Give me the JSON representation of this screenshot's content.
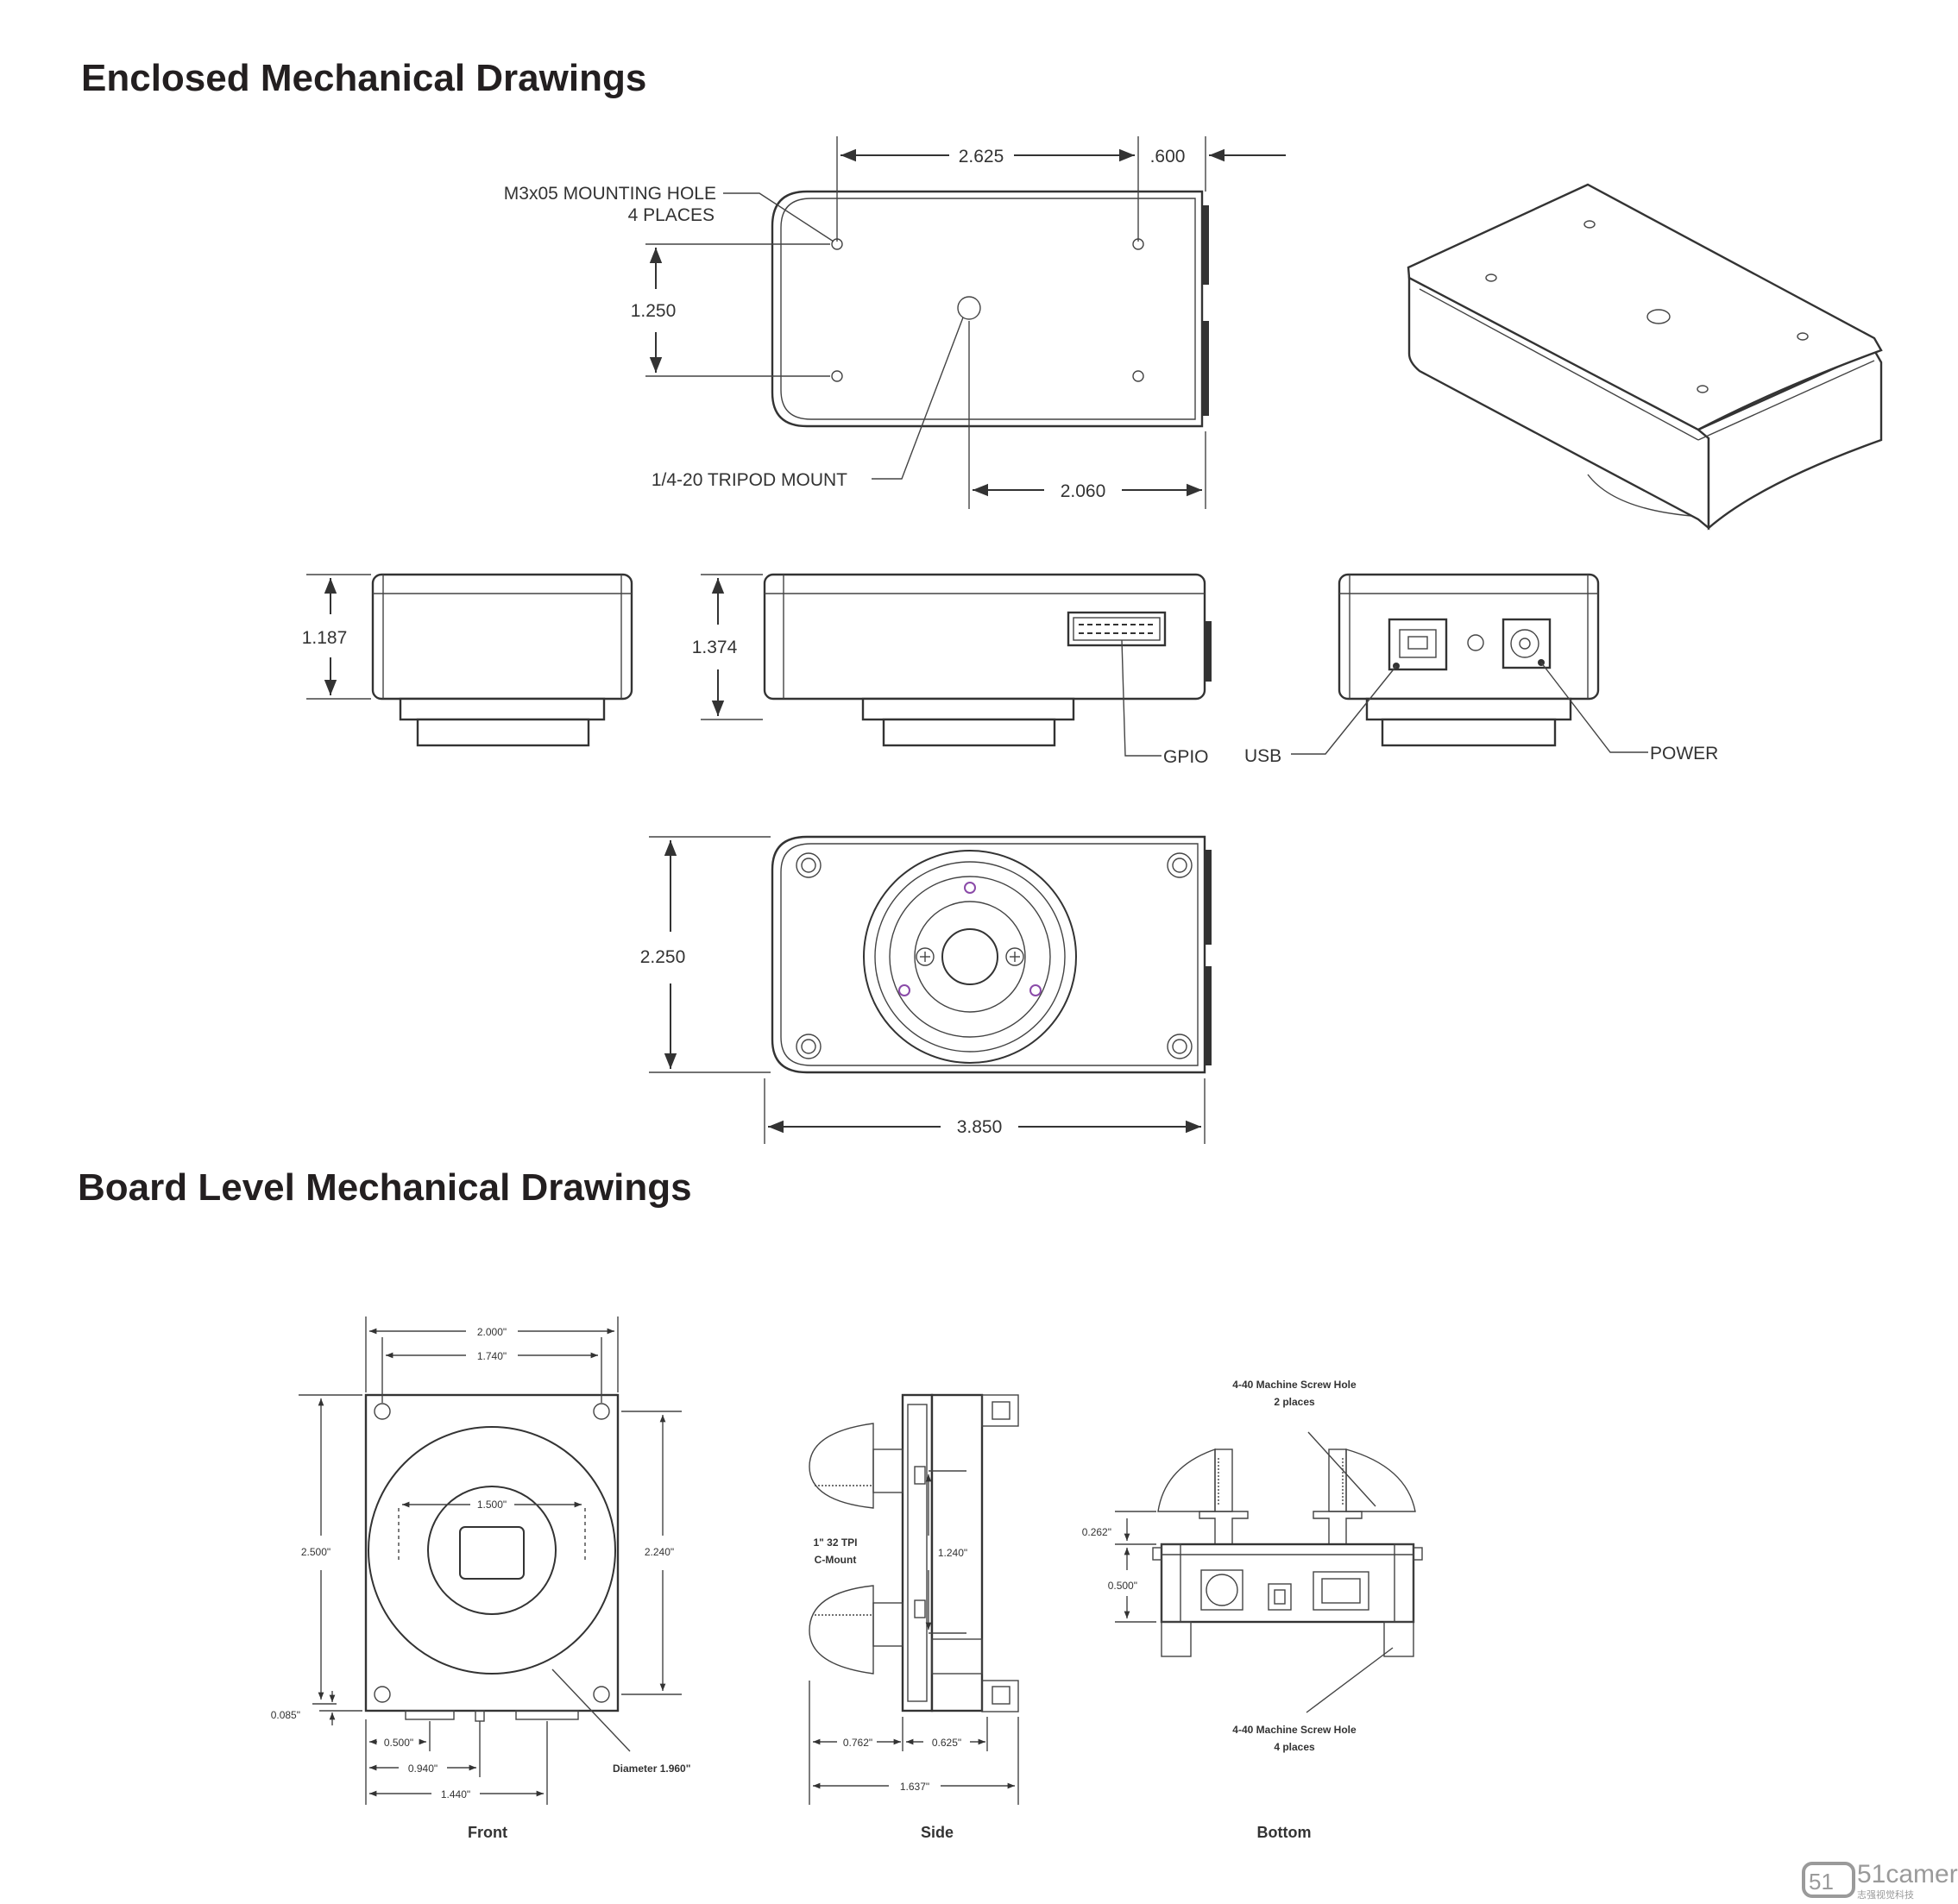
{
  "headings": {
    "enclosed": "Enclosed Mechanical Drawings",
    "board": "Board Level Mechanical Drawings"
  },
  "enclosed": {
    "dims": {
      "hole_spacing_x": "2.625",
      "edge_offset": ".600",
      "hole_spacing_y": "1.250",
      "tripod_offset": "2.060",
      "height_front": "1.187",
      "height_side": "1.374",
      "width_front": "2.250",
      "length": "3.850"
    },
    "labels": {
      "mounting_hole_line1": "M3x05 MOUNTING HOLE",
      "mounting_hole_line2": "4 PLACES",
      "tripod": "1/4-20 TRIPOD MOUNT",
      "gpio": "GPIO",
      "usb": "USB",
      "power": "POWER"
    }
  },
  "board": {
    "front": {
      "caption": "Front",
      "dims": {
        "w_outer": "2.000\"",
        "w_inner": "1.740\"",
        "h_outer": "2.500\"",
        "h_inner": "2.240\"",
        "hole_span": "1.500\"",
        "bottom_offset": "0.085\"",
        "x1": "0.500\"",
        "x2": "0.940\"",
        "x3": "1.440\""
      },
      "diameter": "Diameter 1.960\""
    },
    "side": {
      "caption": "Side",
      "mount_line1": "1\" 32 TPI",
      "mount_line2": "C-Mount",
      "height": "1.240\"",
      "w1": "0.762\"",
      "w2": "0.625\"",
      "w_total": "1.637\""
    },
    "bottom": {
      "caption": "Bottom",
      "top_note_line1": "4-40 Machine Screw Hole",
      "top_note_line2": "2 places",
      "bottom_note_line1": "4-40 Machine Screw Hole",
      "bottom_note_line2": "4 places",
      "d1": "0.262\"",
      "d2": "0.500\""
    }
  },
  "watermark": {
    "logo": "51camera",
    "sub": "志强视觉科技"
  }
}
